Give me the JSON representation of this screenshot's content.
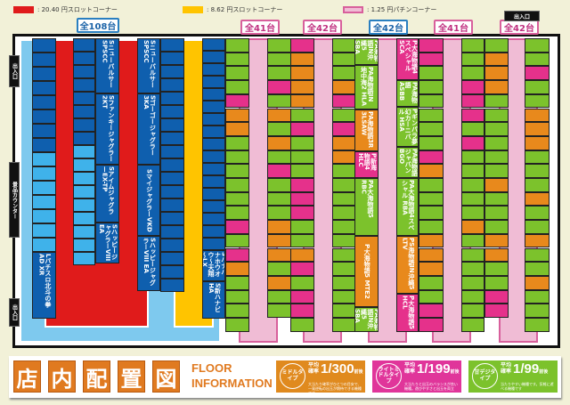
{
  "legend": [
    {
      "label": ": 20.40 円スロットコーナー",
      "color": "#e01b1b"
    },
    {
      "label": ": 8.62 円スロットコーナー",
      "color": "#ffc400"
    },
    {
      "label": ": 1.25 円パチンコーナー",
      "color": "#f0bcd5"
    }
  ],
  "entrances": {
    "label": "出入口",
    "counter": "景品カウンター"
  },
  "totals": {
    "slot": "全108台",
    "p1": "全41台",
    "p2": "全42台",
    "p3": "全42台",
    "p4": "全41台",
    "p5": "全42台"
  },
  "colors": {
    "g": "#7cc22c",
    "m": "#e5318b",
    "o": "#e8891c",
    "b": "#0f5fae",
    "l": "#3fb2ea",
    "red": "#e01b1b",
    "yellow": "#ffc400",
    "sky": "#7ec9ee",
    "pink": "#f0bcd5"
  },
  "slot_labels": {
    "colA": "Lパチスロ北斗の拳AD XR",
    "colB": [
      "Sニューパルサー SPSCC",
      "Sファンキージャグラー2KT",
      "SアイムジャグラーEX-TP",
      "SハッピージャグラーVIII EA"
    ],
    "colC": [
      "Sニューパルサー SPSCC",
      "Sゴーゴージャグラー3KA",
      "SマイジャグラーVKD",
      "SハッピージャグラーVIII EA"
    ],
    "colD": [
      "Sハナハナホウオウ～天翔～LX",
      "S新ハナビ HA"
    ]
  },
  "pachinko_labels": {
    "col4": [
      "PA海物語IN沖縄5 SBA",
      "PA海物語IN地中海2 HLA",
      "PA海物語3R 3LSAW",
      "P新海物語4 HLC",
      "PA大海物語5 RBC",
      "P大海物語5 MTE2",
      "PA海物語IN沖縄5 SBA"
    ],
    "col5": [
      "P大海物語4スペシャル SCA",
      "PA海物語 ASBB",
      "Pギンパラ夢幻カーニバル HSA",
      "PA海物語 ジャパンBGO",
      "PA大海物語4スペシャル RBA",
      "PS海物語IN沖縄5 LTV",
      "P大海物語5 HCL"
    ]
  },
  "cell_patterns": {
    "colA": "bbbbbbbblllllll",
    "colB": "bbbbbbbblllllllll",
    "colC": "bbbbbbbbbbbbbbbbbbb",
    "colD": "bbbbbbbbbbbbbbbbb",
    "p1": "ggggmooggggggmgmogggg",
    "p2": "gggmgogogmgggooogogg",
    "p3": "moooogmgggmmmggomgmmg",
    "p4": "gggomgmoogggggggggggg",
    "p6": "mmggggggmoggggoooggmm",
    "p7": "gggmmmgmgggggoggggggg",
    "p8": "goooggggggogggooggmm",
    "p9": "ggmggooogggoggoggoggg"
  },
  "banner": {
    "title_chars": [
      "店",
      "内",
      "配",
      "置",
      "図"
    ],
    "subtitle_1": "FLOOR",
    "subtitle_2": "INFORMATION",
    "types": [
      {
        "type": "ミドルタイプ",
        "label": "平均確率",
        "ratio": "1/300",
        "suffix": "前後",
        "note": "大当たり確率がひとつの目安で、一発逆転の出玉が期待できる機種です",
        "color": "#e08a1e"
      },
      {
        "type": "ライトミドルタイプ",
        "label": "平均確率",
        "ratio": "1/199",
        "suffix": "前後",
        "note": "大当たりと出玉のバランスが良い機種。遊びやすさと出玉を両立",
        "color": "#e0359a"
      },
      {
        "type": "甘デジタイプ",
        "label": "平均確率",
        "ratio": "1/99",
        "suffix": "前後",
        "note": "当たりやすい機種です。気軽に遊べる機種です",
        "color": "#7cc22c"
      }
    ]
  }
}
